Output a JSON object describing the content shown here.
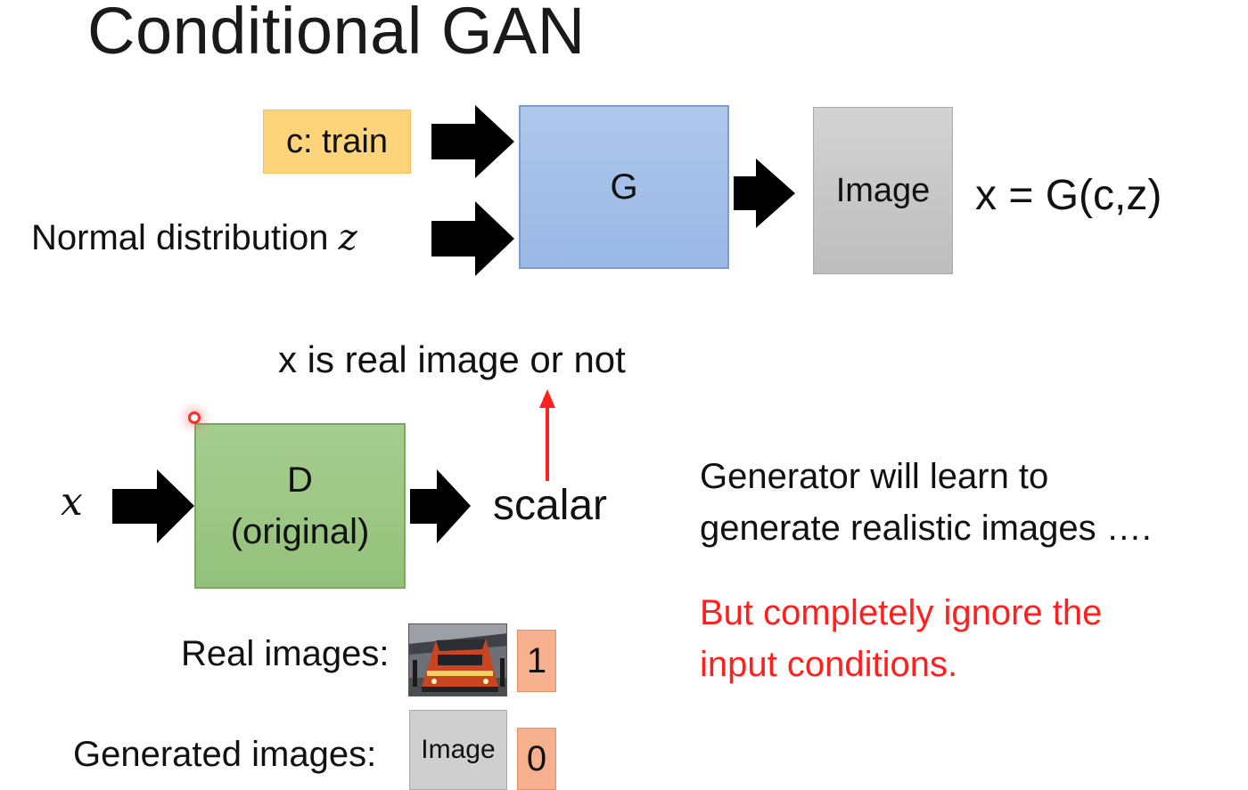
{
  "title": "Conditional GAN",
  "generator_diagram": {
    "condition_label": "c: train",
    "noise_label": "Normal distribution",
    "noise_var": "z",
    "generator_label": "G",
    "output_label": "Image",
    "formula": "x = G(c,z)"
  },
  "discriminator_diagram": {
    "input_var": "x",
    "d_label_line1": "D",
    "d_label_line2": "(original)",
    "output_label": "scalar",
    "question": "x is real image or not"
  },
  "examples": {
    "real_label": "Real images:",
    "real_score": "1",
    "generated_label": "Generated images:",
    "generated_thumb_label": "Image",
    "generated_score": "0"
  },
  "notes": {
    "line1": "Generator will learn to",
    "line2": "generate realistic images ….",
    "warning_line1": "But completely ignore the",
    "warning_line2": "input conditions."
  },
  "colors": {
    "condition_box": "#fdd47a",
    "generator_box": "#a4c0e8",
    "discriminator_box": "#9dc785",
    "image_box": "#c8c8c8",
    "score_box": "#f7b08e",
    "warning_text": "#ff1f1f",
    "question_arrow": "#ff2020"
  }
}
